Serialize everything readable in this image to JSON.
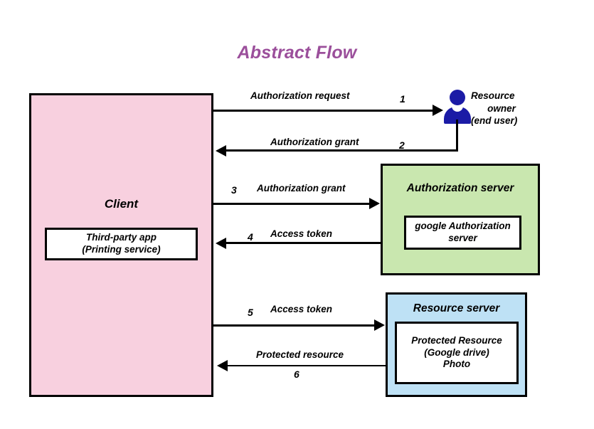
{
  "title": "Abstract Flow",
  "theme": {
    "title_color": "#9B4F9B",
    "client_fill": "#F8D0DF",
    "auth_server_fill": "#C9E7AF",
    "resource_server_fill": "#BEE1F5",
    "actor_color": "#1B1BA6",
    "stroke": "#000000",
    "background": "#FFFFFF"
  },
  "nodes": {
    "client": {
      "label": "Client",
      "inner_line1": "Third-party app",
      "inner_line2": "(Printing service)"
    },
    "resource_owner": {
      "label_line1": "Resource",
      "label_line2": "owner",
      "label_line3": "(end user)",
      "icon": "person-icon"
    },
    "authorization_server": {
      "label": "Authorization server",
      "inner_line1": "google Authorization",
      "inner_line2": "server"
    },
    "resource_server": {
      "label": "Resource server",
      "inner_line1": "Protected Resource",
      "inner_line2": "(Google drive)",
      "inner_line3": "Photo"
    }
  },
  "flows": [
    {
      "number": "1",
      "label": "Authorization request",
      "from": "client",
      "to": "resource_owner",
      "direction": "right"
    },
    {
      "number": "2",
      "label": "Authorization grant",
      "from": "resource_owner",
      "to": "client",
      "direction": "left"
    },
    {
      "number": "3",
      "label": "Authorization grant",
      "from": "client",
      "to": "authorization_server",
      "direction": "right"
    },
    {
      "number": "4",
      "label": "Access token",
      "from": "authorization_server",
      "to": "client",
      "direction": "left"
    },
    {
      "number": "5",
      "label": "Access token",
      "from": "client",
      "to": "resource_server",
      "direction": "right"
    },
    {
      "number": "6",
      "label": "Protected resource",
      "from": "resource_server",
      "to": "client",
      "direction": "left"
    }
  ]
}
